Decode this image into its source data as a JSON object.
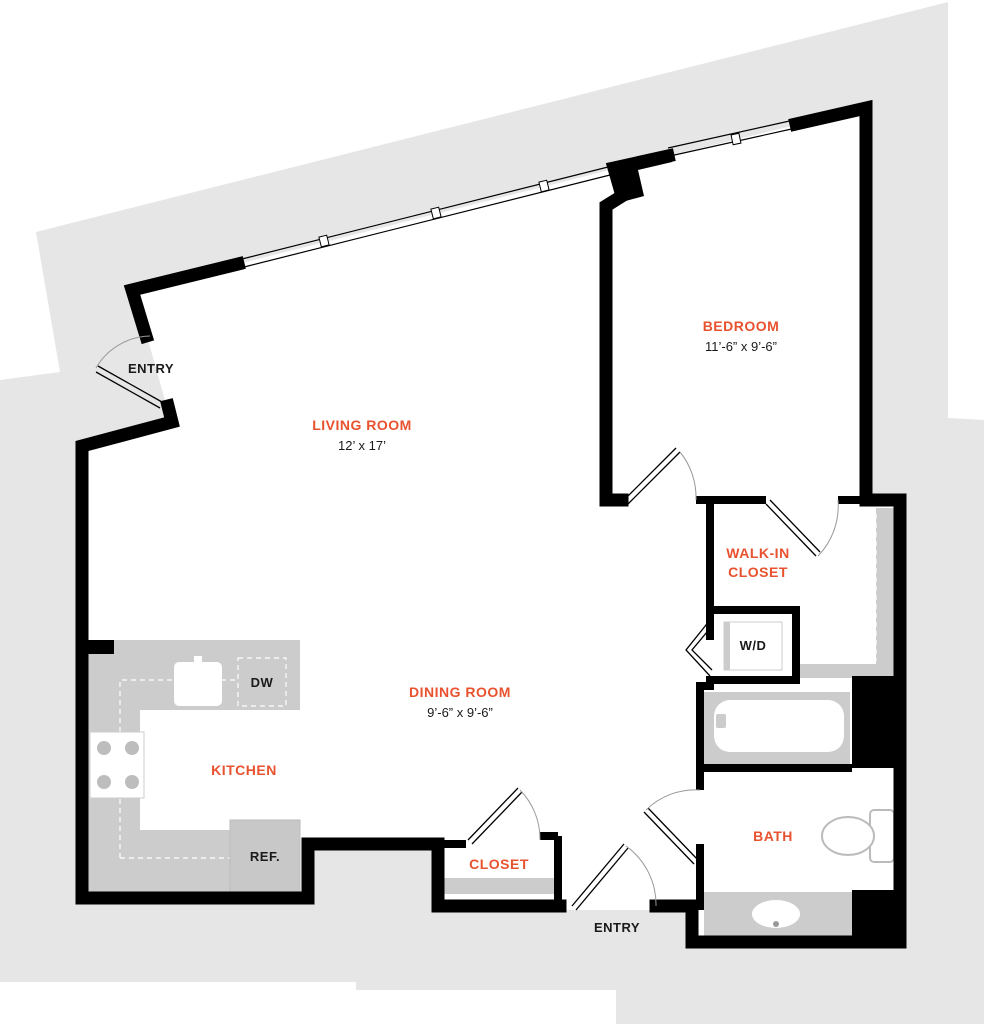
{
  "rooms": {
    "bedroom": {
      "name": "BEDROOM",
      "dims": "11’-6” x 9’-6”"
    },
    "living": {
      "name": "LIVING ROOM",
      "dims": "12’ x 17’"
    },
    "dining": {
      "name": "DINING ROOM",
      "dims": "9’-6” x 9’-6”"
    },
    "kitchen": {
      "name": "KITCHEN"
    },
    "walkin_line1": "WALK-IN",
    "walkin_line2": "CLOSET",
    "closet": "CLOSET",
    "bath": "BATH"
  },
  "fixtures": {
    "dw": "DW",
    "ref": "REF.",
    "wd": "W/D"
  },
  "entries": {
    "north": "ENTRY",
    "south": "ENTRY"
  },
  "colors": {
    "room_label": "#e8522f",
    "site_fill": "#e6e6e6",
    "counter_fill": "#cccccc",
    "wall": "#000000"
  }
}
